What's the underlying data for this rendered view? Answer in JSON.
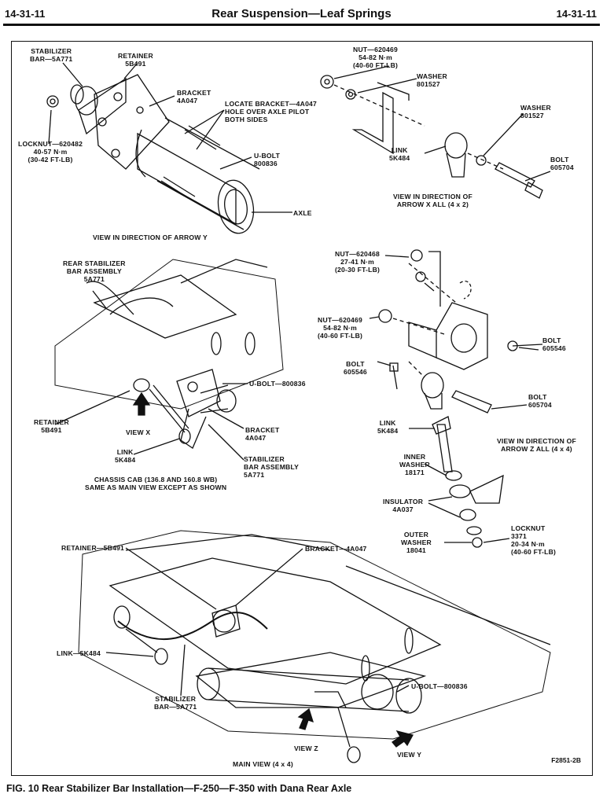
{
  "header": {
    "page_left": "14-31-11",
    "title": "Rear Suspension—Leaf Springs",
    "page_right": "14-31-11"
  },
  "labels": {
    "stabilizer_bar": "STABILIZER\nBAR—5A771",
    "retainer_top": "RETAINER\n5B491",
    "bracket_top": "BRACKET\n4A047",
    "locate_bracket": "LOCATE BRACKET—4A047\nHOLE OVER AXLE PILOT\nBOTH SIDES",
    "locknut_620482": "LOCKNUT—620482\n40-57 N·m\n(30-42 FT-LB)",
    "ubolt_top": "U-BOLT\n800836",
    "axle": "AXLE",
    "view_arrow_y": "VIEW IN DIRECTION OF ARROW Y",
    "nut_620469_top": "NUT—620469\n54-82 N·m\n(40-60 FT-LB)",
    "washer_801527_a": "WASHER\n801527",
    "washer_801527_b": "WASHER\n801527",
    "link_top": "LINK\n5K484",
    "bolt_605704_top": "BOLT\n605704",
    "view_arrow_x": "VIEW IN DIRECTION OF\nARROW X ALL (4 x 2)",
    "rear_stab_assy": "REAR STABILIZER\nBAR ASSEMBLY\n5A771",
    "ubolt_mid": "U-BOLT—800836",
    "retainer_mid": "RETAINER\n5B491",
    "view_x": "VIEW X",
    "link_mid": "LINK\n5K484",
    "bracket_mid": "BRACKET\n4A047",
    "stab_bar_assy_mid": "STABILIZER\nBAR ASSEMBLY\n5A771",
    "chassis_cab": "CHASSIS CAB (136.8 AND 160.8 WB)\nSAME AS MAIN VIEW EXCEPT AS SHOWN",
    "nut_620468": "NUT—620468\n27-41 N·m\n(20-30 FT-LB)",
    "nut_620469_mid": "NUT—620469\n54-82 N·m\n(40-60 FT-LB)",
    "bolt_605546_a": "BOLT\n605546",
    "bolt_605546_b": "BOLT\n605546",
    "bolt_605704_mid": "BOLT\n605704",
    "link_right": "LINK\n5K484",
    "view_arrow_z": "VIEW IN DIRECTION OF\nARROW Z  ALL (4 x 4)",
    "inner_washer": "INNER\nWASHER\n18171",
    "insulator": "INSULATOR\n4A037",
    "locknut_3371": "LOCKNUT\n3371\n20-34 N·m\n(40-60 FT-LB)",
    "outer_washer": "OUTER\nWASHER\n18041",
    "retainer_main": "RETAINER—5B491",
    "bracket_main": "BRACKET—4A047",
    "link_main": "LINK—5K484",
    "ubolt_main": "U-BOLT—800836",
    "stab_bar_main": "STABILIZER\nBAR—5A771",
    "view_z": "VIEW Z",
    "view_y": "VIEW Y",
    "main_view": "MAIN VIEW (4 x 4)",
    "fig_code": "F2851-2B"
  },
  "caption": "FIG. 10 Rear Stabilizer Bar Installation—F-250—F-350 with Dana Rear Axle"
}
